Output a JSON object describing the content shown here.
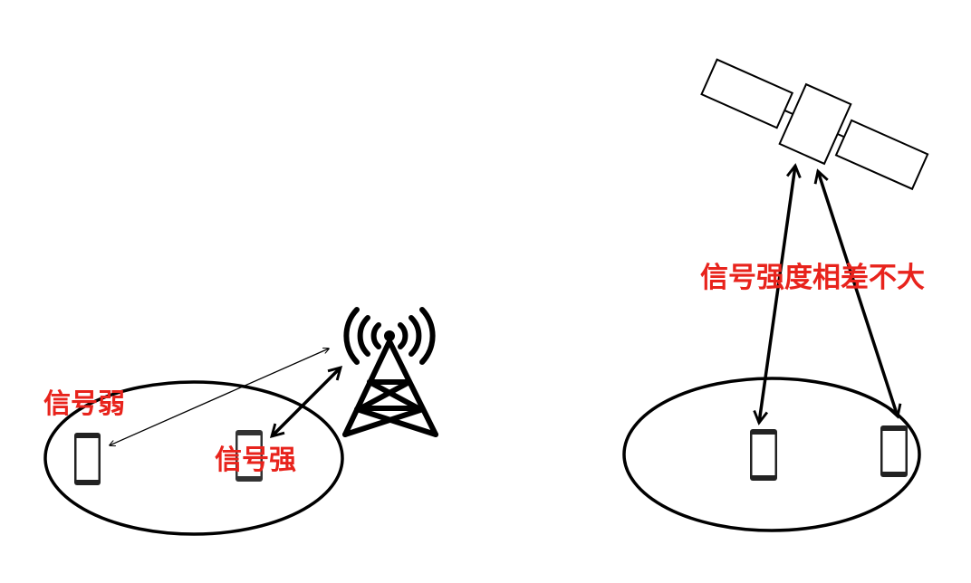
{
  "labels": {
    "weak_signal": "信号弱",
    "strong_signal": "信号强",
    "similar_strength": "信号强度相差不大"
  },
  "colors": {
    "label": "#e8231c",
    "line": "#000000"
  },
  "icons": [
    "cell-tower-icon",
    "satellite-icon",
    "phone-icon"
  ]
}
